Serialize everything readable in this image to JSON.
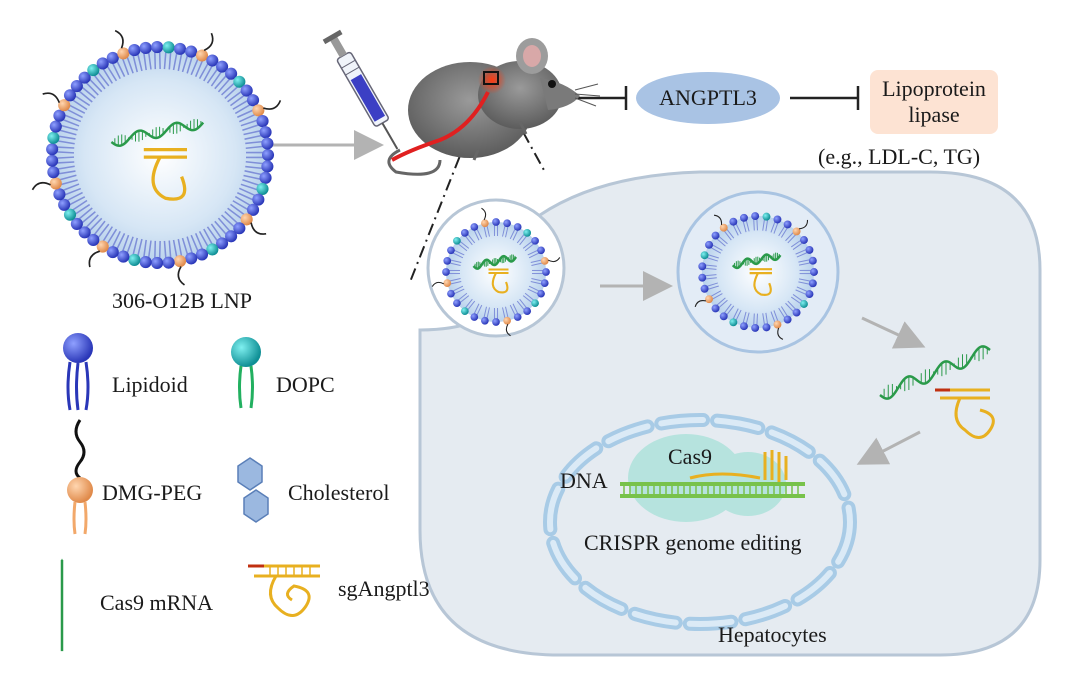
{
  "labels": {
    "lnp": "306-O12B LNP",
    "angptl3": "ANGPTL3",
    "lipoprotein_line1": "Lipoprotein",
    "lipoprotein_line2": "lipase",
    "eg": "(e.g., LDL-C, TG)",
    "cas9": "Cas9",
    "dna": "DNA",
    "crispr": "CRISPR genome editing",
    "hepatocytes": "Hepatocytes"
  },
  "legend": [
    {
      "label": "Lipidoid",
      "icon": "lipidoid-icon"
    },
    {
      "label": "DOPC",
      "icon": "dopc-icon"
    },
    {
      "label": "DMG-PEG",
      "icon": "dmg-peg-icon"
    },
    {
      "label": "Cholesterol",
      "icon": "cholesterol-icon"
    },
    {
      "label": "Cas9 mRNA",
      "icon": "mrna-icon"
    },
    {
      "label": "sgAngptl3",
      "icon": "sgrna-icon"
    }
  ],
  "colors": {
    "lipid_head": "#3b4fd4",
    "dopc_head": "#1fb5b5",
    "peg_head": "#f2a86a",
    "cell": "#e4ebf2",
    "mrna": "#2a9a4a",
    "sgrna": "#e8b020",
    "angptl3_fill": "#a9c3e4",
    "lipase_fill": "#fde3d3"
  }
}
